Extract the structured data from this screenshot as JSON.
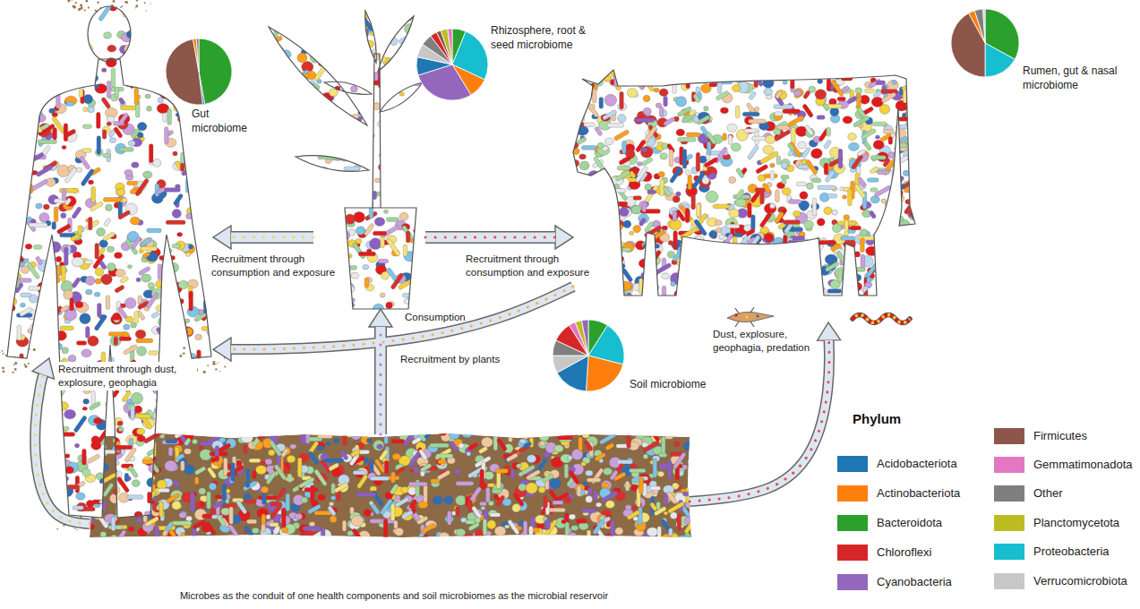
{
  "diagram": {
    "caption": "Microbes as the conduit of one health components and soil microbiomes as the microbial reservoir",
    "nodes": [
      {
        "text": [
          "Gut microbiome"
        ]
      },
      {
        "text": [
          "Rhizosphere, root & seed microbiome"
        ]
      },
      {
        "text": [
          "Rumen, gut & nasal microbiome"
        ]
      },
      {
        "text": [
          "Soil microbiome"
        ]
      }
    ],
    "edges": [
      {
        "from": 1,
        "to": 0,
        "arrow": "to",
        "label": "Recruitment through consumption and exposure"
      },
      {
        "from": 1,
        "to": 2,
        "arrow": "to",
        "label": "Recruitment through consumption and exposure"
      },
      {
        "from": 3,
        "to": 1,
        "arrow": "to",
        "label": "Recruitment by plants"
      },
      {
        "from": 3,
        "to": 0,
        "arrow": "to",
        "label": "Recruitment through dust, explosure, geophagia"
      },
      {
        "from": 3,
        "to": 2,
        "arrow": "to",
        "label": "Dust, explosure, geophagia, predation"
      },
      {
        "from": 2,
        "to": 0,
        "arrow": "to",
        "label": "Consumption"
      }
    ],
    "labels": [
      "Phylum"
    ],
    "legend": [
      {
        "text": "Acidobacteriota",
        "color": "#1f77b4"
      },
      {
        "text": "Actinobacteriota",
        "color": "#ff7f0e"
      },
      {
        "text": "Bacteroidota",
        "color": "#2ca02c"
      },
      {
        "text": "Chloroflexi",
        "color": "#d62728"
      },
      {
        "text": "Cyanobacteria",
        "color": "#9467bd"
      },
      {
        "text": "Firmicutes",
        "color": "#8c564b"
      },
      {
        "text": "Gemmatimonadota",
        "color": "#e377c2"
      },
      {
        "text": "Other",
        "color": "#7f7f7f"
      },
      {
        "text": "Planctomycetota",
        "color": "#bcbd22"
      },
      {
        "text": "Proteobacteria",
        "color": "#17becf"
      },
      {
        "text": "Verrucomicrobiota",
        "color": "#c7c7c7"
      }
    ]
  }
}
